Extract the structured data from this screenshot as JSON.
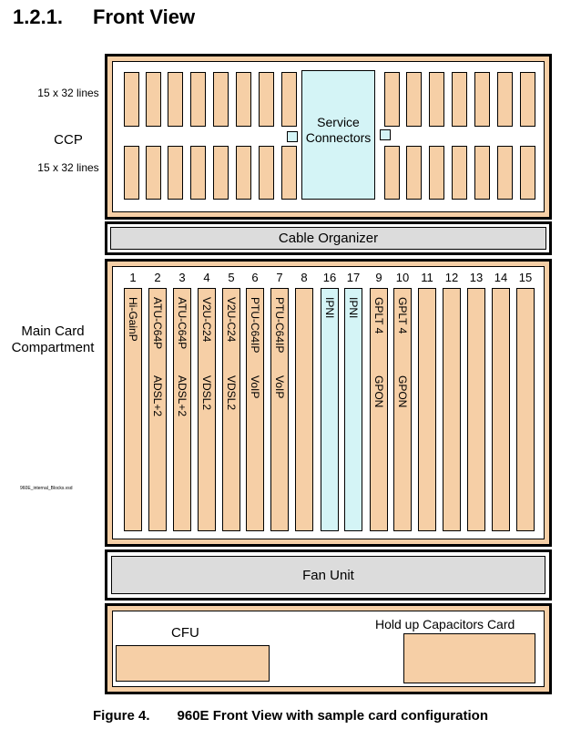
{
  "heading": {
    "number": "1.2.1.",
    "title": "Front View"
  },
  "ccp": {
    "top_lines": "15 x 32 lines",
    "label": "CCP",
    "bottom_lines": "15 x 32 lines",
    "service_label": "Service Connectors"
  },
  "cable_organizer": "Cable Organizer",
  "main": {
    "label": "Main Card Compartment",
    "file_note": "960E_internal_Blocks.vsd",
    "slots": [
      {
        "num": "1",
        "t1": "Hi-GainP",
        "t2": ""
      },
      {
        "num": "2",
        "t1": "ATU-C64P",
        "t2": "ADSL+2"
      },
      {
        "num": "3",
        "t1": "ATU-C64P",
        "t2": "ADSL+2"
      },
      {
        "num": "4",
        "t1": "V2U-C24",
        "t2": "VDSL2"
      },
      {
        "num": "5",
        "t1": "V2U-C24",
        "t2": "VDSL2"
      },
      {
        "num": "6",
        "t1": "PTU-C64IP",
        "t2": "VoIP"
      },
      {
        "num": "7",
        "t1": "PTU-C64IP",
        "t2": "VoIP"
      },
      {
        "num": "8",
        "t1": "",
        "t2": ""
      },
      {
        "num": "16",
        "t1": "IPNI",
        "t2": ""
      },
      {
        "num": "17",
        "t1": "IPNI",
        "t2": ""
      },
      {
        "num": "9",
        "t1": "GPLT 4",
        "t2": "GPON"
      },
      {
        "num": "10",
        "t1": "GPLT 4",
        "t2": "GPON"
      },
      {
        "num": "11",
        "t1": "",
        "t2": ""
      },
      {
        "num": "12",
        "t1": "",
        "t2": ""
      },
      {
        "num": "13",
        "t1": "",
        "t2": ""
      },
      {
        "num": "14",
        "t1": "",
        "t2": ""
      },
      {
        "num": "15",
        "t1": "",
        "t2": ""
      }
    ]
  },
  "fan_unit": "Fan Unit",
  "cfu": {
    "label": "CFU",
    "holdup_label": "Hold up Capacitors Card"
  },
  "caption": {
    "number": "Figure 4.",
    "text": "960E Front View with sample card configuration"
  },
  "colors": {
    "card": "#f6cfa6",
    "service": "#d4f4f6",
    "bar": "#dcdcdc"
  }
}
